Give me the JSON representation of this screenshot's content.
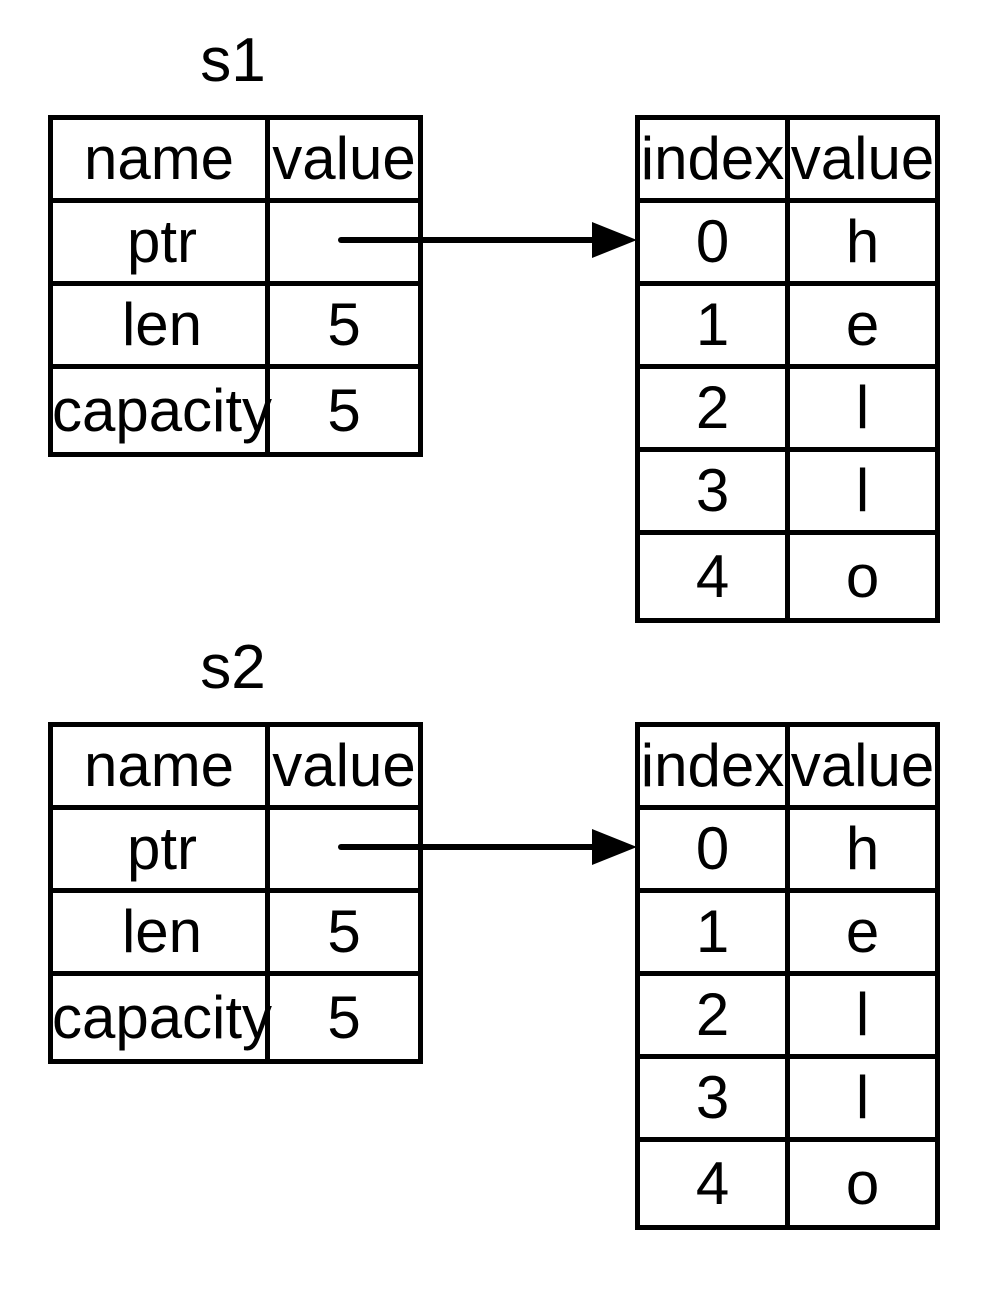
{
  "colors": {
    "ink": "#000000",
    "background": "#ffffff"
  },
  "s1": {
    "title": "s1",
    "stack": {
      "col_headers": [
        "name",
        "value"
      ],
      "rows": [
        {
          "name": "ptr",
          "value": ""
        },
        {
          "name": "len",
          "value": "5"
        },
        {
          "name": "capacity",
          "value": "5"
        }
      ]
    },
    "heap": {
      "col_headers": [
        "index",
        "value"
      ],
      "rows": [
        {
          "index": "0",
          "value": "h"
        },
        {
          "index": "1",
          "value": "e"
        },
        {
          "index": "2",
          "value": "l"
        },
        {
          "index": "3",
          "value": "l"
        },
        {
          "index": "4",
          "value": "o"
        }
      ]
    }
  },
  "s2": {
    "title": "s2",
    "stack": {
      "col_headers": [
        "name",
        "value"
      ],
      "rows": [
        {
          "name": "ptr",
          "value": ""
        },
        {
          "name": "len",
          "value": "5"
        },
        {
          "name": "capacity",
          "value": "5"
        }
      ]
    },
    "heap": {
      "col_headers": [
        "index",
        "value"
      ],
      "rows": [
        {
          "index": "0",
          "value": "h"
        },
        {
          "index": "1",
          "value": "e"
        },
        {
          "index": "2",
          "value": "l"
        },
        {
          "index": "3",
          "value": "l"
        },
        {
          "index": "4",
          "value": "o"
        }
      ]
    }
  }
}
